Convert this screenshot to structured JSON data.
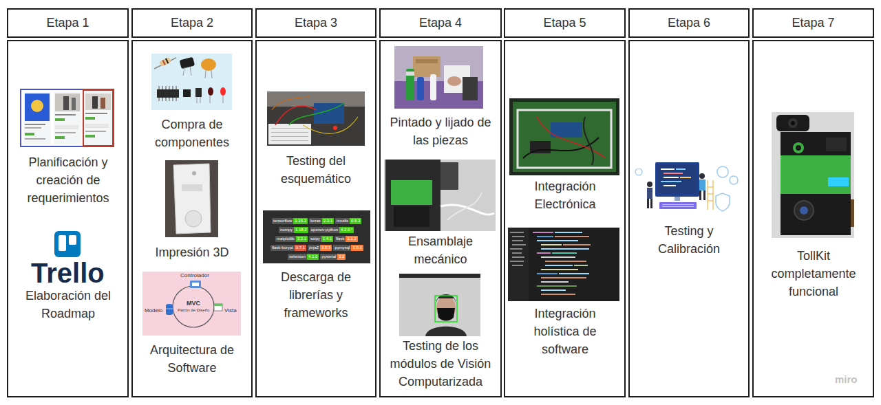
{
  "diagram": {
    "nodes": [
      {
        "text": [
          "Etapa 1"
        ]
      },
      {
        "text": [
          "Etapa 2"
        ]
      },
      {
        "text": [
          "Etapa 3"
        ]
      },
      {
        "text": [
          "Etapa 4"
        ]
      },
      {
        "text": [
          "Etapa 5"
        ]
      },
      {
        "text": [
          "Etapa 6"
        ]
      },
      {
        "text": [
          "Etapa 7"
        ]
      },
      {
        "text": [
          "Planificación y creación de requerimientos",
          "Elaboración del Roadmap"
        ]
      },
      {
        "text": [
          "Compra de componentes",
          "Impresión 3D",
          "Arquitectura de Software"
        ]
      },
      {
        "text": [
          "Testing del esquemático",
          "Descarga de librerías y frameworks"
        ]
      },
      {
        "text": [
          "Pintado y lijado de las piezas",
          "Ensamblaje mecánico",
          "Testing de los módulos de Visión Computarizada"
        ]
      },
      {
        "text": [
          "Integración Electrónica",
          "Integración holística de software"
        ]
      },
      {
        "text": [
          "Testing y Calibración"
        ]
      },
      {
        "text": [
          "TollKit completamente funcional"
        ]
      }
    ],
    "labels": [
      "Trello",
      "Controlador",
      "Modelo",
      "MVC",
      "Patrón de Diseño",
      "Vista",
      "tensorflow",
      "1.15.2",
      "keras",
      "2.3.1",
      "imutils",
      "0.5.3",
      "numpy",
      "1.18.2",
      "opencv-python",
      "4.2.0.*",
      "matplotlib",
      "3.2.1",
      "scipy",
      "1.4.1",
      "flask",
      "1.1.2",
      "flask-bcrypt",
      "0.7.1",
      "jinja2",
      "3.0.3",
      "pymysql",
      "1.0.2",
      "selenium",
      "4.1.0",
      "pyserial",
      "3.5",
      "miro"
    ]
  }
}
